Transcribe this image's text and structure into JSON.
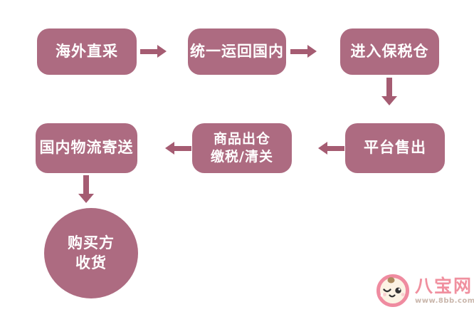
{
  "page": {
    "background": "#ffffff"
  },
  "colors": {
    "node_fill": "#ad6b81",
    "arrow": "#a55c72",
    "node_text": "#ffffff",
    "logo_pink": "#f0909f",
    "logo_ring": "#ef8ba0",
    "logo_face": "#fcf3e4",
    "logo_hair": "#aa8a5e",
    "logo_url_text": "#c9b6ab"
  },
  "flow": {
    "row1": [
      {
        "label": "海外直采"
      },
      {
        "label": "统一运回国内"
      },
      {
        "label": "进入保税仓"
      }
    ],
    "row2": [
      {
        "label": "国内物流寄送"
      },
      {
        "lines": [
          "商品出仓",
          "缴税/清关"
        ]
      },
      {
        "label": "平台售出"
      }
    ],
    "terminal": {
      "lines": [
        "购买方",
        "收货"
      ]
    }
  },
  "watermark": {
    "icon": "baby-face-icon",
    "site_name": "八宝网",
    "site_url": "www.8bb.com"
  }
}
